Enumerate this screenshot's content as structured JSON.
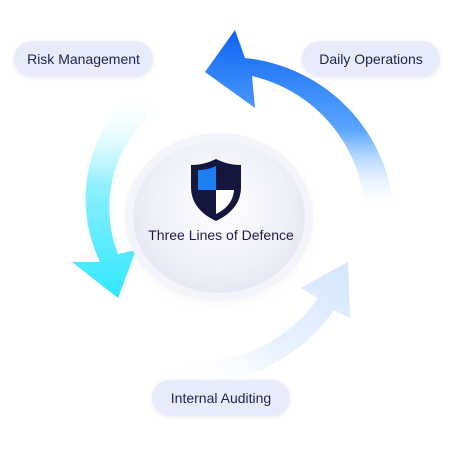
{
  "diagram": {
    "center_label": "Three Lines of Defence",
    "lines": [
      {
        "label": "Risk Management"
      },
      {
        "label": "Daily Operations"
      },
      {
        "label": "Internal Auditing"
      }
    ]
  }
}
